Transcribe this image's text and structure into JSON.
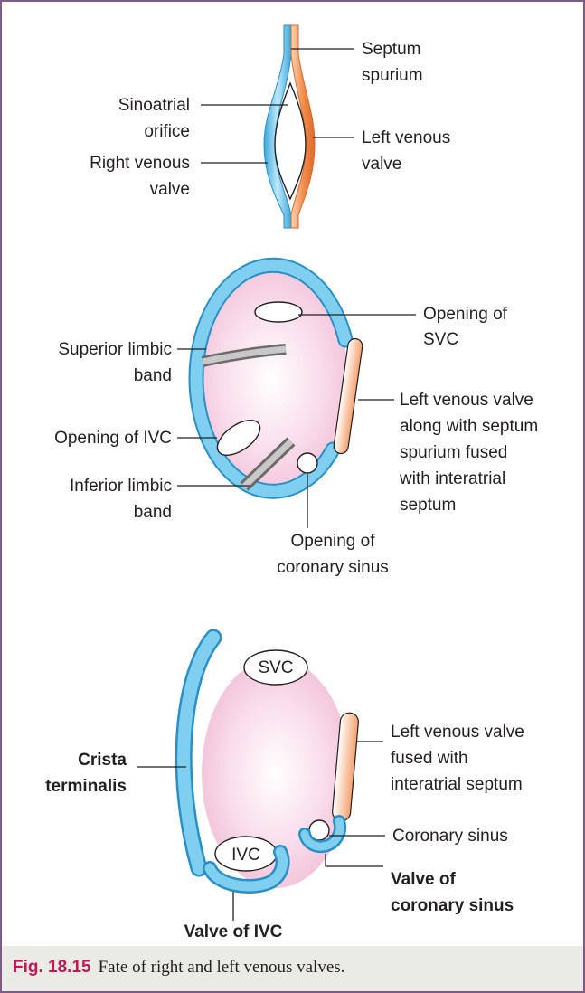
{
  "figure": {
    "panel1": {
      "septum_spurium": [
        "Septum",
        "spurium"
      ],
      "sinoatrial_orifice": [
        "Sinoatrial",
        "orifice"
      ],
      "right_venous_valve": [
        "Right venous",
        "valve"
      ],
      "left_venous_valve": [
        "Left venous",
        "valve"
      ]
    },
    "panel2": {
      "opening_svc": [
        "Opening of",
        "SVC"
      ],
      "superior_limbic_band": [
        "Superior limbic",
        "band"
      ],
      "left_venous_valve_fused": [
        "Left venous valve",
        "along with septum",
        "spurium fused",
        "with interatrial",
        "septum"
      ],
      "opening_ivc": "Opening of IVC",
      "inferior_limbic_band": [
        "Inferior limbic",
        "band"
      ],
      "opening_coronary_sinus": [
        "Opening of",
        "coronary sinus"
      ]
    },
    "panel3": {
      "svc": "SVC",
      "ivc": "IVC",
      "left_venous_valve_fused": [
        "Left venous valve",
        "fused with",
        "interatrial septum"
      ],
      "crista_terminalis": [
        "Crista",
        "terminalis"
      ],
      "coronary_sinus": "Coronary sinus",
      "valve_coronary_sinus": [
        "Valve of",
        "coronary sinus"
      ],
      "valve_ivc": "Valve of IVC"
    }
  },
  "caption": {
    "number": "Fig. 18.15",
    "text": "Fate of right and left venous valves."
  },
  "colors": {
    "right_valve_blue": "#66c6ec",
    "left_valve_orange": "#ef8a4c",
    "atrium_pink": "#f4c5dc",
    "frame_purple": "#7e5a86",
    "caption_red": "#c2185b",
    "caption_bg": "#e9ebe4"
  }
}
